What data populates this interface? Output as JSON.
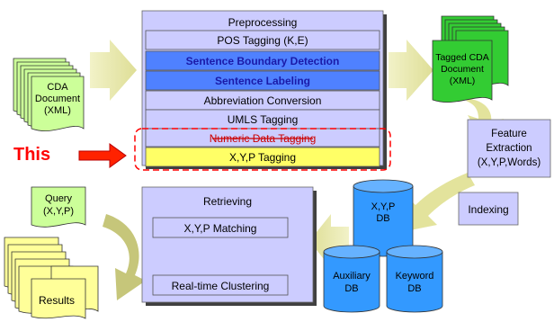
{
  "cda_document": {
    "line1": "CDA",
    "line2": "Document",
    "line3": "(XML)"
  },
  "preprocessing": {
    "title": "Preprocessing",
    "steps": [
      "POS Tagging (K,E)",
      "Sentence Boundary Detection",
      "Sentence Labeling",
      "Abbreviation Conversion",
      "UMLS Tagging",
      "Numeric Data Tagging",
      "X,Y,P Tagging"
    ]
  },
  "tagged_document": {
    "line1": "Tagged CDA",
    "line2": "Document",
    "line3": "(XML)"
  },
  "this_label": "This",
  "feature_extraction": {
    "line1": "Feature",
    "line2": "Extraction",
    "line3": "(X,Y,P,Words)"
  },
  "indexing": "Indexing",
  "databases": {
    "xyp": {
      "line1": "X,Y,P",
      "line2": "DB"
    },
    "auxiliary": {
      "line1": "Auxiliary",
      "line2": "DB"
    },
    "keyword": {
      "line1": "Keyword",
      "line2": "DB"
    }
  },
  "query": {
    "line1": "Query",
    "line2": "(X,Y,P)"
  },
  "retrieving": {
    "title": "Retrieving",
    "step1": "X,Y,P Matching",
    "step2": "Real-time Clustering"
  },
  "results": "Results",
  "colors": {
    "doc_green": "#ccff99",
    "doc_bright_green": "#33cc33",
    "doc_yellow": "#ffff99",
    "step_lavender": "#ccccff",
    "step_blue": "#4f81ff",
    "step_yellow": "#ffff66",
    "arrow_olive": "#e6e6a6",
    "db_blue": "#3399ff",
    "this_red": "#ff0000"
  }
}
